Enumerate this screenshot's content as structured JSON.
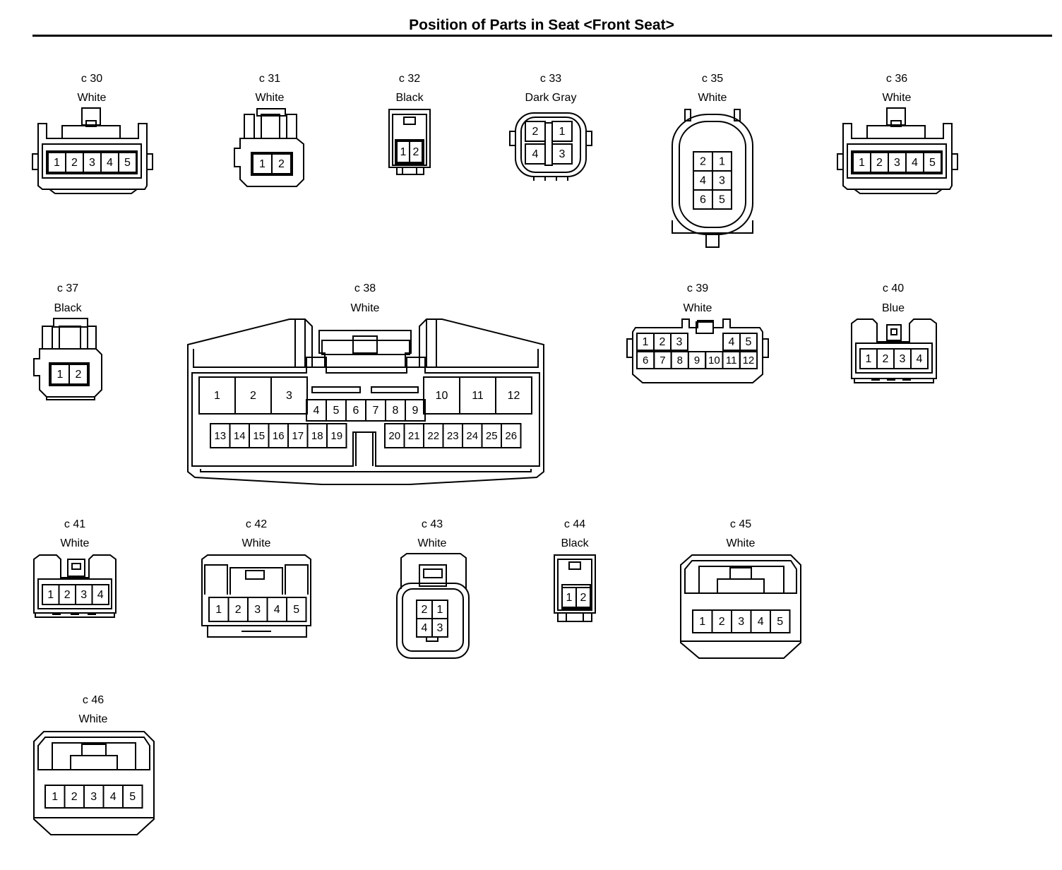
{
  "page_title": "Position of Parts in Seat <Front Seat>",
  "connectors": [
    {
      "id": "c30",
      "code": "c 30",
      "color": "White",
      "pins": [
        "1",
        "2",
        "3",
        "4",
        "5"
      ]
    },
    {
      "id": "c31",
      "code": "c 31",
      "color": "White",
      "pins": [
        "1",
        "2"
      ]
    },
    {
      "id": "c32",
      "code": "c 32",
      "color": "Black",
      "pins": [
        "1",
        "2"
      ]
    },
    {
      "id": "c33",
      "code": "c 33",
      "color": "Dark Gray",
      "pins": [
        "2",
        "1",
        "4",
        "3"
      ]
    },
    {
      "id": "c35",
      "code": "c 35",
      "color": "White",
      "pins": [
        "2",
        "1",
        "4",
        "3",
        "6",
        "5"
      ]
    },
    {
      "id": "c36",
      "code": "c 36",
      "color": "White",
      "pins": [
        "1",
        "2",
        "3",
        "4",
        "5"
      ]
    },
    {
      "id": "c37",
      "code": "c 37",
      "color": "Black",
      "pins": [
        "1",
        "2"
      ]
    },
    {
      "id": "c38",
      "code": "c 38",
      "color": "White",
      "pins": [
        "1",
        "2",
        "3",
        "4",
        "5",
        "6",
        "7",
        "8",
        "9",
        "10",
        "11",
        "12",
        "13",
        "14",
        "15",
        "16",
        "17",
        "18",
        "19",
        "20",
        "21",
        "22",
        "23",
        "24",
        "25",
        "26"
      ]
    },
    {
      "id": "c39",
      "code": "c 39",
      "color": "White",
      "pins": [
        "1",
        "2",
        "3",
        "4",
        "5",
        "6",
        "7",
        "8",
        "9",
        "10",
        "11",
        "12"
      ]
    },
    {
      "id": "c40",
      "code": "c 40",
      "color": "Blue",
      "pins": [
        "1",
        "2",
        "3",
        "4"
      ]
    },
    {
      "id": "c41",
      "code": "c 41",
      "color": "White",
      "pins": [
        "1",
        "2",
        "3",
        "4"
      ]
    },
    {
      "id": "c42",
      "code": "c 42",
      "color": "White",
      "pins": [
        "1",
        "2",
        "3",
        "4",
        "5"
      ]
    },
    {
      "id": "c43",
      "code": "c 43",
      "color": "White",
      "pins": [
        "2",
        "1",
        "4",
        "3"
      ]
    },
    {
      "id": "c44",
      "code": "c 44",
      "color": "Black",
      "pins": [
        "1",
        "2"
      ]
    },
    {
      "id": "c45",
      "code": "c 45",
      "color": "White",
      "pins": [
        "1",
        "2",
        "3",
        "4",
        "5"
      ]
    },
    {
      "id": "c46",
      "code": "c 46",
      "color": "White",
      "pins": [
        "1",
        "2",
        "3",
        "4",
        "5"
      ]
    }
  ]
}
